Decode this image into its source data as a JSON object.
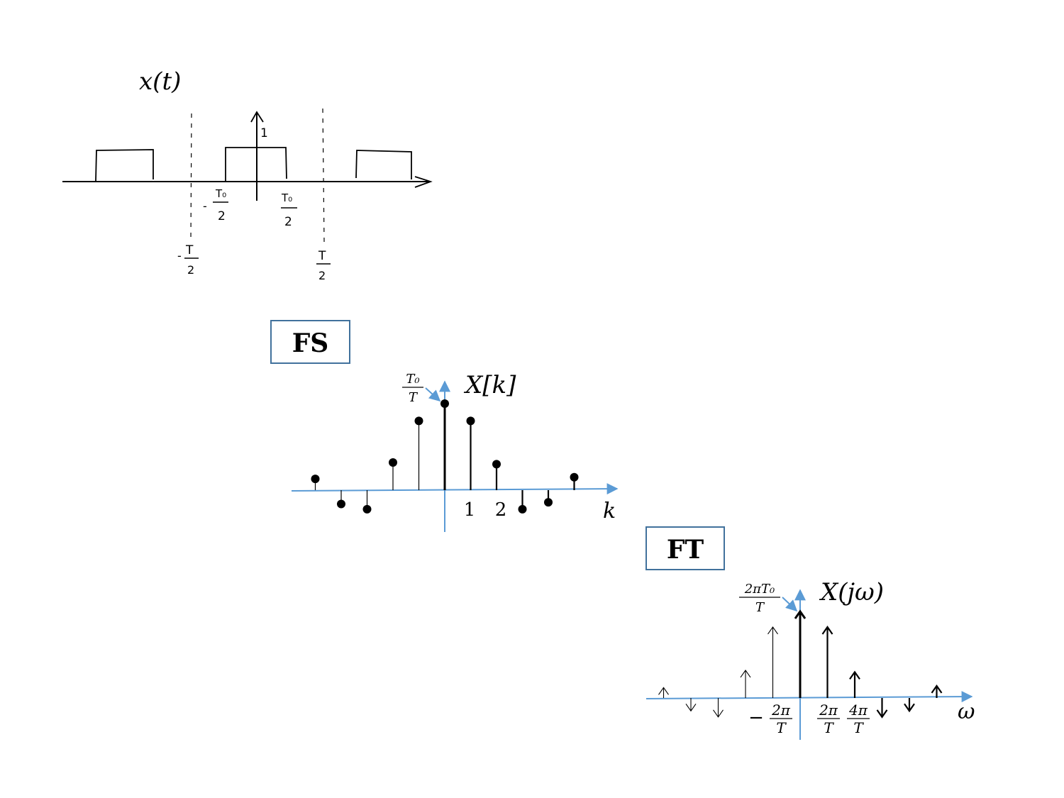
{
  "signal": {
    "title": "x(t)",
    "amplitude_label": "1",
    "tick_neg_T0": {
      "sign": "-",
      "num": "T₀",
      "den": "2"
    },
    "tick_pos_T0": {
      "num": "T₀",
      "den": "2"
    },
    "tick_neg_T": {
      "sign": "-",
      "num": "T",
      "den": "2"
    },
    "tick_pos_T": {
      "num": "T",
      "den": "2"
    }
  },
  "fs": {
    "box_label": "FS",
    "title": "X[k]",
    "axis_label": "k",
    "peak": {
      "num": "T₀",
      "den": "T"
    },
    "tick_labels": [
      "1",
      "2"
    ],
    "stems": [
      {
        "k": -5,
        "value": 0.13
      },
      {
        "k": -4,
        "value": -0.16
      },
      {
        "k": -3,
        "value": -0.22
      },
      {
        "k": -2,
        "value": 0.32
      },
      {
        "k": -1,
        "value": 0.8
      },
      {
        "k": 0,
        "value": 1.0
      },
      {
        "k": 1,
        "value": 0.8
      },
      {
        "k": 2,
        "value": 0.3
      },
      {
        "k": 3,
        "value": -0.22
      },
      {
        "k": 4,
        "value": -0.14
      },
      {
        "k": 5,
        "value": 0.15
      }
    ]
  },
  "ft": {
    "box_label": "FT",
    "title": "X(jω)",
    "axis_label": "ω",
    "peak": {
      "num": "2πT₀",
      "den": "T"
    },
    "tick_neg": {
      "sign": "−",
      "num": "2π",
      "den": "T"
    },
    "tick_1": {
      "num": "2π",
      "den": "T"
    },
    "tick_2": {
      "num": "4π",
      "den": "T"
    },
    "impulses": [
      {
        "k": -5,
        "value": 0.12
      },
      {
        "k": -4,
        "value": -0.15
      },
      {
        "k": -3,
        "value": -0.22
      },
      {
        "k": -2,
        "value": 0.32
      },
      {
        "k": -1,
        "value": 0.82
      },
      {
        "k": 0,
        "value": 1.0
      },
      {
        "k": 1,
        "value": 0.82
      },
      {
        "k": 2,
        "value": 0.3
      },
      {
        "k": 3,
        "value": -0.22
      },
      {
        "k": 4,
        "value": -0.15
      },
      {
        "k": 5,
        "value": 0.14
      }
    ]
  },
  "colors": {
    "axis": "#5b9bd5",
    "stem": "#000000",
    "box_border": "#41719c"
  }
}
